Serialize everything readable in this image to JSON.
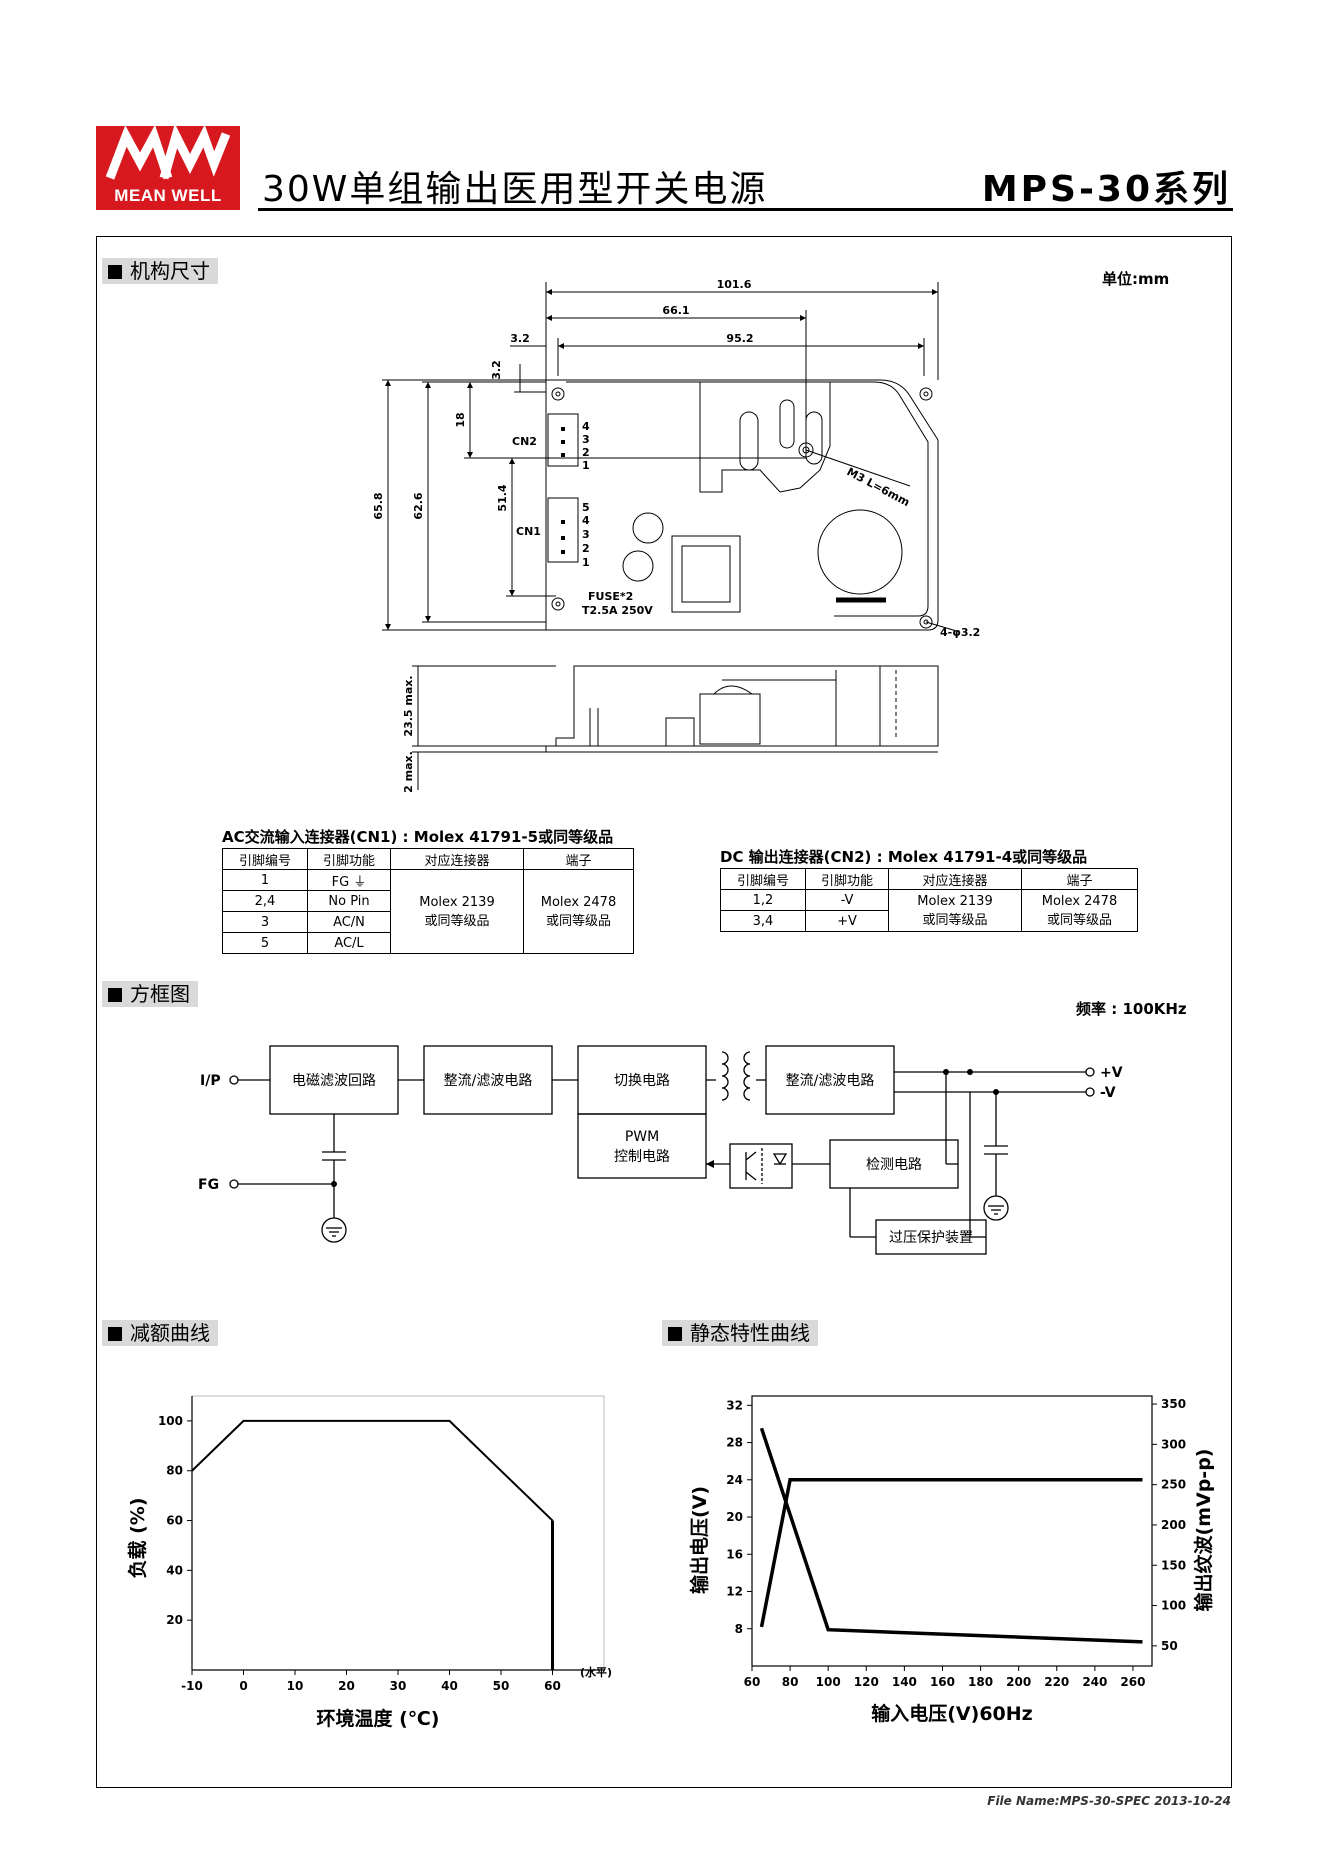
{
  "header": {
    "logo_text": "MEAN WELL",
    "logo_letters": "MW",
    "title": "30W单组输出医用型开关电源",
    "series": "MPS-30系列"
  },
  "sections": {
    "mechanical": "机构尺寸",
    "block_diagram": "方框图",
    "derating": "减额曲线",
    "static": "静态特性曲线"
  },
  "mechanical": {
    "unit": "单位:mm",
    "dims": {
      "w_total": "101.6",
      "w_661": "66.1",
      "w_952": "95.2",
      "w_32": "3.2",
      "h_32": "3.2",
      "h_18": "18",
      "h_514": "51.4",
      "h_626": "62.6",
      "h_658": "65.8",
      "h_235": "23.5 max.",
      "h_2": "2 max."
    },
    "labels": {
      "cn2": "CN2",
      "cn1": "CN1",
      "fuse1": "FUSE*2",
      "fuse2": "T2.5A 250V",
      "m3": "M3 L=6mm",
      "holes": "4-φ3.2",
      "cn2_pins": [
        "4",
        "3",
        "2",
        "1"
      ],
      "cn1_pins": [
        "5",
        "4",
        "3",
        "2",
        "1"
      ]
    }
  },
  "cn1_table": {
    "caption": "AC交流输入连接器(CN1) : Molex 41791-5或同等级品",
    "headers": [
      "引脚编号",
      "引脚功能",
      "对应连接器",
      "端子"
    ],
    "rows": [
      [
        "1",
        "FG ⏚"
      ],
      [
        "2,4",
        "No Pin"
      ],
      [
        "3",
        "AC/N"
      ],
      [
        "5",
        "AC/L"
      ]
    ],
    "connector": [
      "Molex 2139",
      "或同等级品"
    ],
    "terminal": [
      "Molex 2478",
      "或同等级品"
    ]
  },
  "cn2_table": {
    "caption": "DC 输出连接器(CN2) : Molex 41791-4或同等级品",
    "headers": [
      "引脚编号",
      "引脚功能",
      "对应连接器",
      "端子"
    ],
    "rows": [
      [
        "1,2",
        "-V"
      ],
      [
        "3,4",
        "+V"
      ]
    ],
    "connector": [
      "Molex 2139",
      "或同等级品"
    ],
    "terminal": [
      "Molex 2478",
      "或同等级品"
    ]
  },
  "block": {
    "freq": "频率 : 100KHz",
    "ip": "I/P",
    "fg": "FG",
    "emi": "电磁滤波回路",
    "rect1": "整流/滤波电路",
    "switch": "切换电路",
    "rect2": "整流/滤波电路",
    "pwm1": "PWM",
    "pwm2": "控制电路",
    "detect": "检测电路",
    "ovp": "过压保护装置",
    "vplus": "+V",
    "vminus": "-V"
  },
  "derating_chart": {
    "chart_data": {
      "type": "line",
      "x": [
        -10,
        0,
        40,
        60,
        60
      ],
      "y": [
        80,
        100,
        100,
        60,
        0
      ],
      "ylabel": "负载 (%)",
      "xlabel": "环境温度 (℃)",
      "xlim": [
        -10,
        70
      ],
      "ylim": [
        0,
        110
      ],
      "x_ticks": [
        "-10",
        "0",
        "10",
        "20",
        "30",
        "40",
        "50",
        "60"
      ],
      "y_ticks": [
        "20",
        "40",
        "60",
        "80",
        "100"
      ],
      "x_unit_note": "(水平)"
    }
  },
  "static_chart": {
    "chart_data": {
      "type": "line",
      "series": [
        {
          "name": "输出电压(V)",
          "axis": "left",
          "x": [
            65,
            80,
            100,
            265
          ],
          "y": [
            8.2,
            24,
            24,
            24
          ]
        },
        {
          "name": "输出纹波(mVp-p)",
          "axis": "right",
          "x": [
            65,
            100,
            265
          ],
          "y": [
            320,
            70,
            55
          ]
        }
      ],
      "xlabel": "输入电压(V)60Hz",
      "ylabel_left": "输出电压(V)",
      "ylabel_right": "输出纹波(mVp-p)",
      "xlim": [
        60,
        270
      ],
      "ylim_left": [
        4,
        33
      ],
      "ylim_right": [
        25,
        360
      ],
      "x_ticks": [
        "60",
        "80",
        "100",
        "120",
        "140",
        "160",
        "180",
        "200",
        "220",
        "240",
        "260"
      ],
      "y_ticks_left": [
        "8",
        "12",
        "16",
        "20",
        "24",
        "28",
        "32"
      ],
      "y_ticks_right": [
        "50",
        "100",
        "150",
        "200",
        "250",
        "300",
        "350"
      ]
    }
  },
  "footer": "File Name:MPS-30-SPEC   2013-10-24"
}
